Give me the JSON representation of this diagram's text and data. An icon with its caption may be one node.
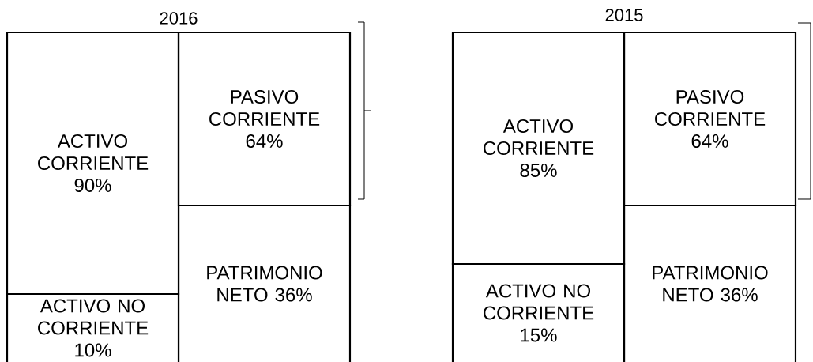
{
  "diagram": {
    "nodes": [
      {
        "text": [
          "ACTIVO CORRIENTE 90%"
        ]
      },
      {
        "text": [
          "PASIVO CORRIENTE 64%"
        ]
      },
      {
        "text": [
          "ACTIVO NO CORRIENTE 10%"
        ]
      },
      {
        "text": [
          "PATRIMONIO NETO 36%"
        ]
      },
      {
        "text": [
          "ACTIVO CORRIENTE 85%"
        ]
      },
      {
        "text": [
          "PASIVO CORRIENTE 64%"
        ]
      },
      {
        "text": [
          "ACTIVO NO CORRIENTE 15%"
        ]
      },
      {
        "text": [
          "PATRIMONIO NETO 36%"
        ]
      }
    ],
    "labels": [
      "2016",
      "2015"
    ]
  }
}
